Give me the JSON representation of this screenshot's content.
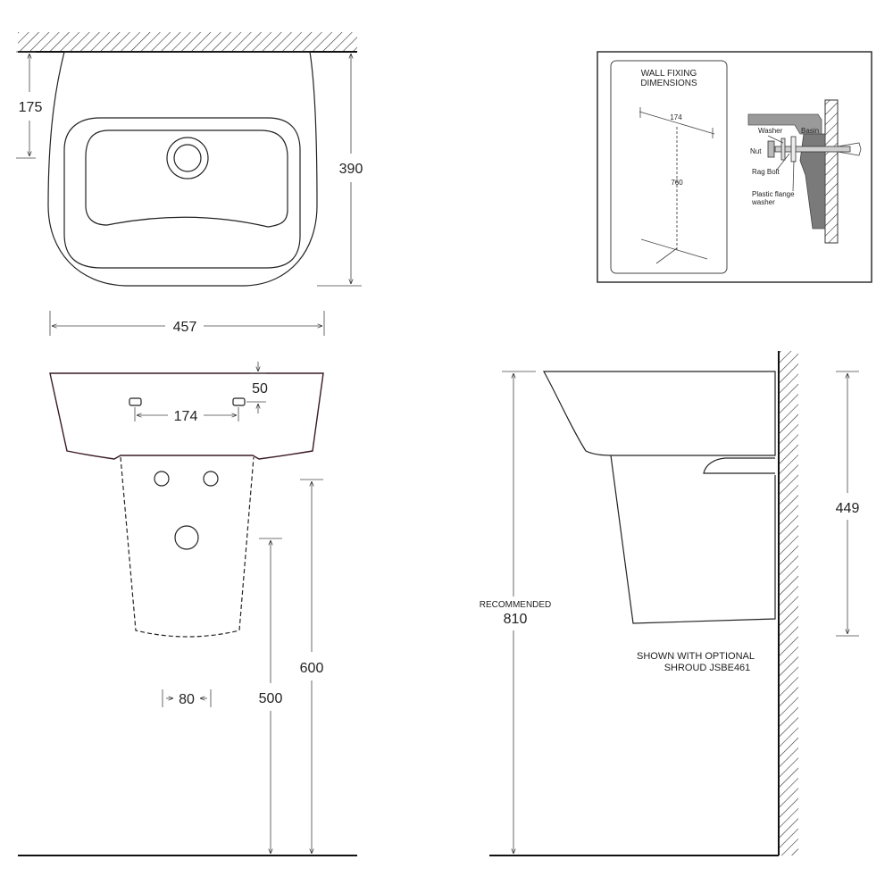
{
  "top_view": {
    "dim_wall_to_waste": "175",
    "dim_depth": "390",
    "dim_width": "457"
  },
  "front_view": {
    "dim_hole_spacing": "174",
    "dim_hole_height": "50",
    "dim_waste_width": "80",
    "dim_waste_height": "500",
    "dim_shroud_height": "600"
  },
  "side_view": {
    "label_recommended": "RECOMMENDED",
    "dim_rim_height": "810",
    "dim_shroud_length": "449",
    "note_line1": "SHOWN WITH OPTIONAL",
    "note_line2": "SHROUD JSBE461"
  },
  "inset": {
    "title_line1": "WALL FIXING",
    "title_line2": "DIMENSIONS",
    "dim_horizontal": "174",
    "dim_vertical": "760",
    "label_washer": "Washer",
    "label_basin": "Basin",
    "label_nut": "Nut",
    "label_rag_bolt": "Rag Bolt",
    "label_flange_line1": "Plastic flange",
    "label_flange_line2": "washer"
  }
}
